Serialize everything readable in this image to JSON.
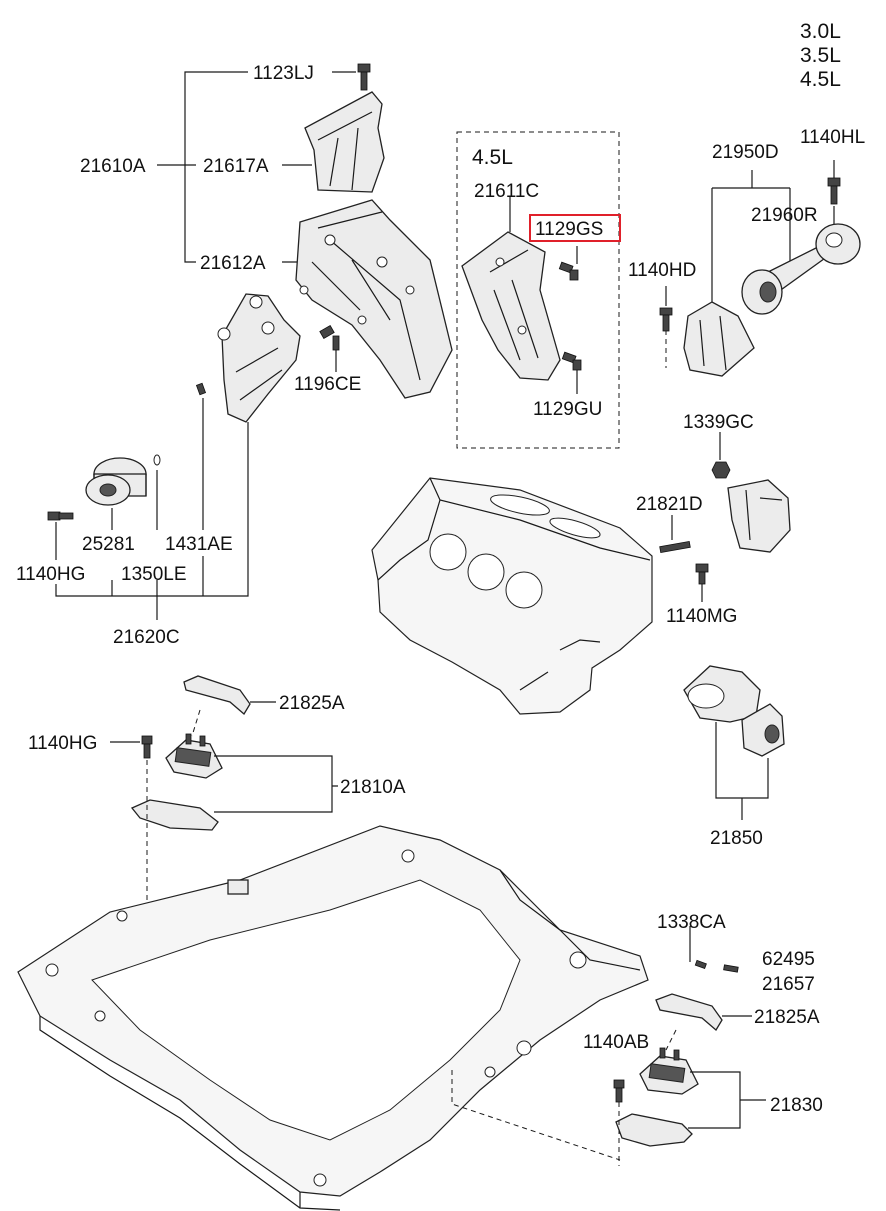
{
  "engine_options": [
    "3.0L",
    "3.5L",
    "4.5L"
  ],
  "detail_box_label": "4.5L",
  "highlight_color": "#e0202a",
  "labels": {
    "p1123LJ": "1123LJ",
    "p21610A": "21610A",
    "p21617A": "21617A",
    "p21612A": "21612A",
    "p1196CE": "1196CE",
    "p21611C": "21611C",
    "p1129GS": "1129GS",
    "p1129GU": "1129GU",
    "p21950D": "21950D",
    "p1140HL": "1140HL",
    "p21960R": "21960R",
    "p1140HD": "1140HD",
    "p1339GC": "1339GC",
    "p21821D": "21821D",
    "p1140MG": "1140MG",
    "p21850": "21850",
    "p25281": "25281",
    "p1431AE": "1431AE",
    "p1140HG_a": "1140HG",
    "p1350LE": "1350LE",
    "p21620C": "21620C",
    "p21825A_a": "21825A",
    "p1140HG_b": "1140HG",
    "p21810A": "21810A",
    "p1338CA": "1338CA",
    "p62495": "62495",
    "p21657": "21657",
    "p21825A_b": "21825A",
    "p1140AB": "1140AB",
    "p21830": "21830"
  }
}
